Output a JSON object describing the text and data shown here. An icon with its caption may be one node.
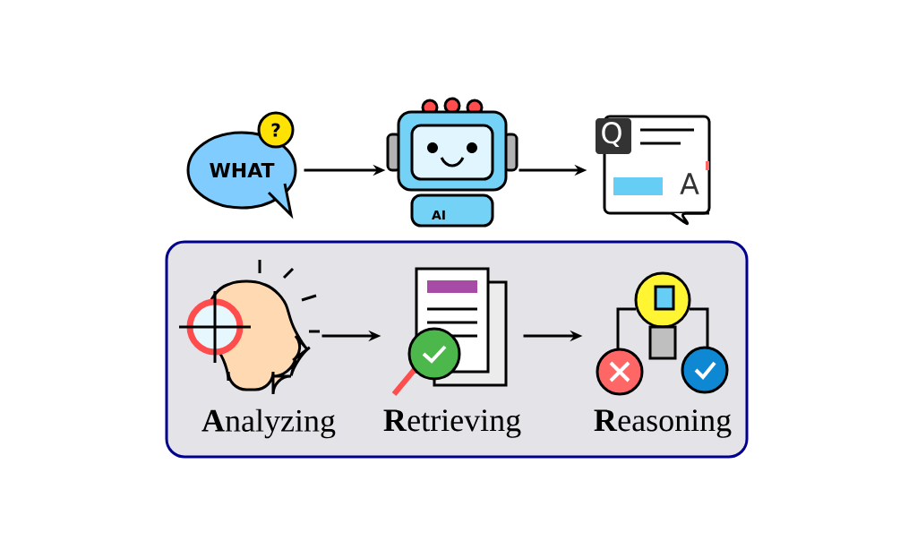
{
  "diagram": {
    "nodes": [
      {
        "text": [
          "?",
          "WHAT"
        ]
      },
      {
        "text": [
          "AI"
        ]
      },
      {
        "text": [
          "Q",
          "A"
        ]
      },
      {
        "text": [],
        "shape": "box"
      },
      {
        "text": [
          "**A**nalyzing"
        ],
        "in": 3
      },
      {
        "text": [
          "**R**etrieving"
        ],
        "in": 3
      },
      {
        "text": [
          "**R**easoning"
        ],
        "in": 3
      }
    ],
    "edges": [
      {
        "from": 0,
        "to": 1,
        "arrow": "to"
      },
      {
        "from": 1,
        "to": 2,
        "arrow": "to"
      },
      {
        "from": 4,
        "to": 5,
        "arrow": "to"
      },
      {
        "from": 5,
        "to": 6,
        "arrow": "to"
      }
    ]
  }
}
